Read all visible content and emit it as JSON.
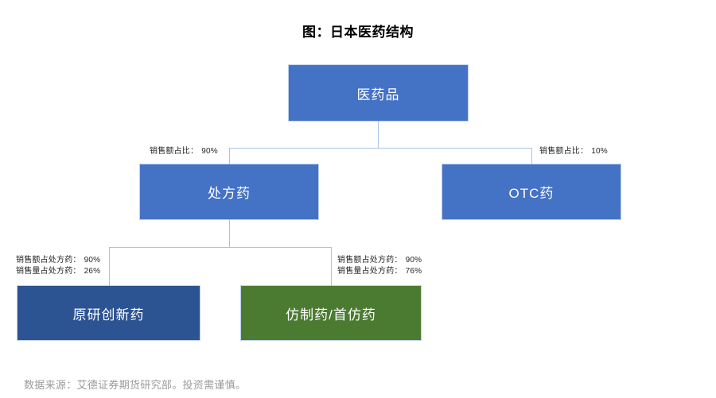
{
  "chart_data": {
    "type": "diagram",
    "title": "图：日本医药结构",
    "nodes": [
      {
        "id": "drug",
        "label": "医药品",
        "level": 1,
        "color": "#4472C4"
      },
      {
        "id": "rx",
        "label": "处方药",
        "level": 2,
        "color": "#4472C4"
      },
      {
        "id": "otc",
        "label": "OTC药",
        "level": 2,
        "color": "#4472C4"
      },
      {
        "id": "original",
        "label": "原研创新药",
        "level": 3,
        "color": "#2C5392"
      },
      {
        "id": "generic",
        "label": "仿制药/首仿药",
        "level": 3,
        "color": "#4B7B31"
      }
    ],
    "edges": [
      {
        "from": "drug",
        "to": "rx",
        "labels": [
          "销售额占比：90%"
        ]
      },
      {
        "from": "drug",
        "to": "otc",
        "labels": [
          "销售额占比：10%"
        ]
      },
      {
        "from": "rx",
        "to": "original",
        "labels": [
          "销售额占处方药：90%",
          "销售量占处方药：26%"
        ]
      },
      {
        "from": "rx",
        "to": "generic",
        "labels": [
          "销售额占处方药：90%",
          "销售量占处方药：76%"
        ]
      }
    ],
    "source_note": "数据来源：艾德证券期货研究部。投资需谨慎。"
  },
  "title": "图：日本医药结构",
  "nodes": {
    "drug": "医药品",
    "rx": "处方药",
    "otc": "OTC药",
    "original": "原研创新药",
    "generic": "仿制药/首仿药"
  },
  "labels": {
    "rx_share_text": "销售额占比：",
    "rx_share_value": "90%",
    "otc_share_text": "销售额占比：",
    "otc_share_value": "10%",
    "original_amount_text": "销售额占处方药：",
    "original_amount_value": "90%",
    "original_volume_text": "销售量占处方药：",
    "original_volume_value": "26%",
    "generic_amount_text": "销售额占处方药：",
    "generic_amount_value": "90%",
    "generic_volume_text": "销售量占处方药：",
    "generic_volume_value": "76%"
  },
  "footnote": "数据来源：艾德证券期货研究部。投资需谨慎。",
  "colors": {
    "blue": "#4472C4",
    "navy": "#2C5392",
    "green": "#4B7B31",
    "connector": "#A7C4E8",
    "footnote": "#9A9A9A"
  }
}
